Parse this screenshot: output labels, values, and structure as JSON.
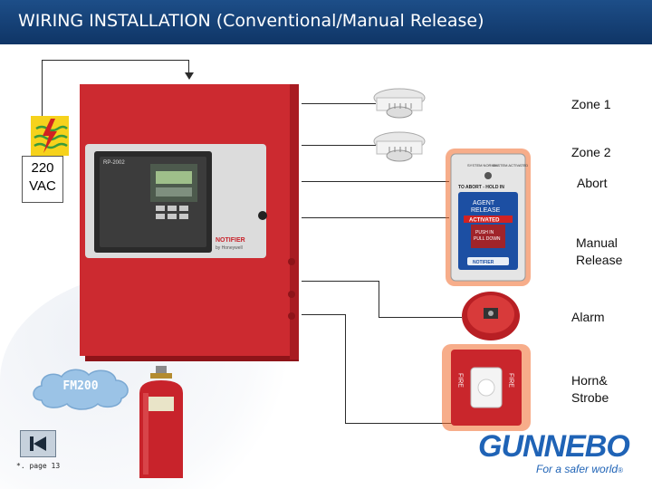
{
  "header": {
    "title": "WIRING INSTALLATION (Conventional/Manual Release)"
  },
  "power": {
    "voltage_line1": "220",
    "voltage_line2": "VAC"
  },
  "zones": [
    {
      "label": "Zone 1"
    },
    {
      "label": "Zone 2"
    }
  ],
  "devices": {
    "abort": "Abort",
    "manual_line1": "Manual",
    "manual_line2": "Release",
    "alarm": "Alarm",
    "horn_line1": "Horn&",
    "horn_line2": "Strobe"
  },
  "panel": {
    "brand": "NOTIFIER",
    "sub": "by Honeywell",
    "model": "RP-2002"
  },
  "station": {
    "top_left": "SYSTEM NORMAL",
    "top_right": "SYSTEM ACTIVATED",
    "abort_text": "TO ABORT - HOLD IN",
    "agent_line1": "AGENT",
    "agent_line2": "RELEASE",
    "activated": "ACTIVATED",
    "push_line1": "PUSH IN",
    "push_line2": "PULL DOWN",
    "brand": "NOTIFIER"
  },
  "strobe": {
    "fire_left": "FIRE",
    "fire_right": "FIRE"
  },
  "cylinder": {
    "label": "FM200"
  },
  "footer": {
    "page_ref": "*. page 13",
    "logo_main": "GUNNEBO",
    "logo_tag": "For a safer world",
    "logo_mark": "®"
  },
  "colors": {
    "header_bg": "#1d4e88",
    "panel_red": "#c8232b",
    "wire": "#2b2b2b",
    "brand_blue": "#1f63b6"
  }
}
